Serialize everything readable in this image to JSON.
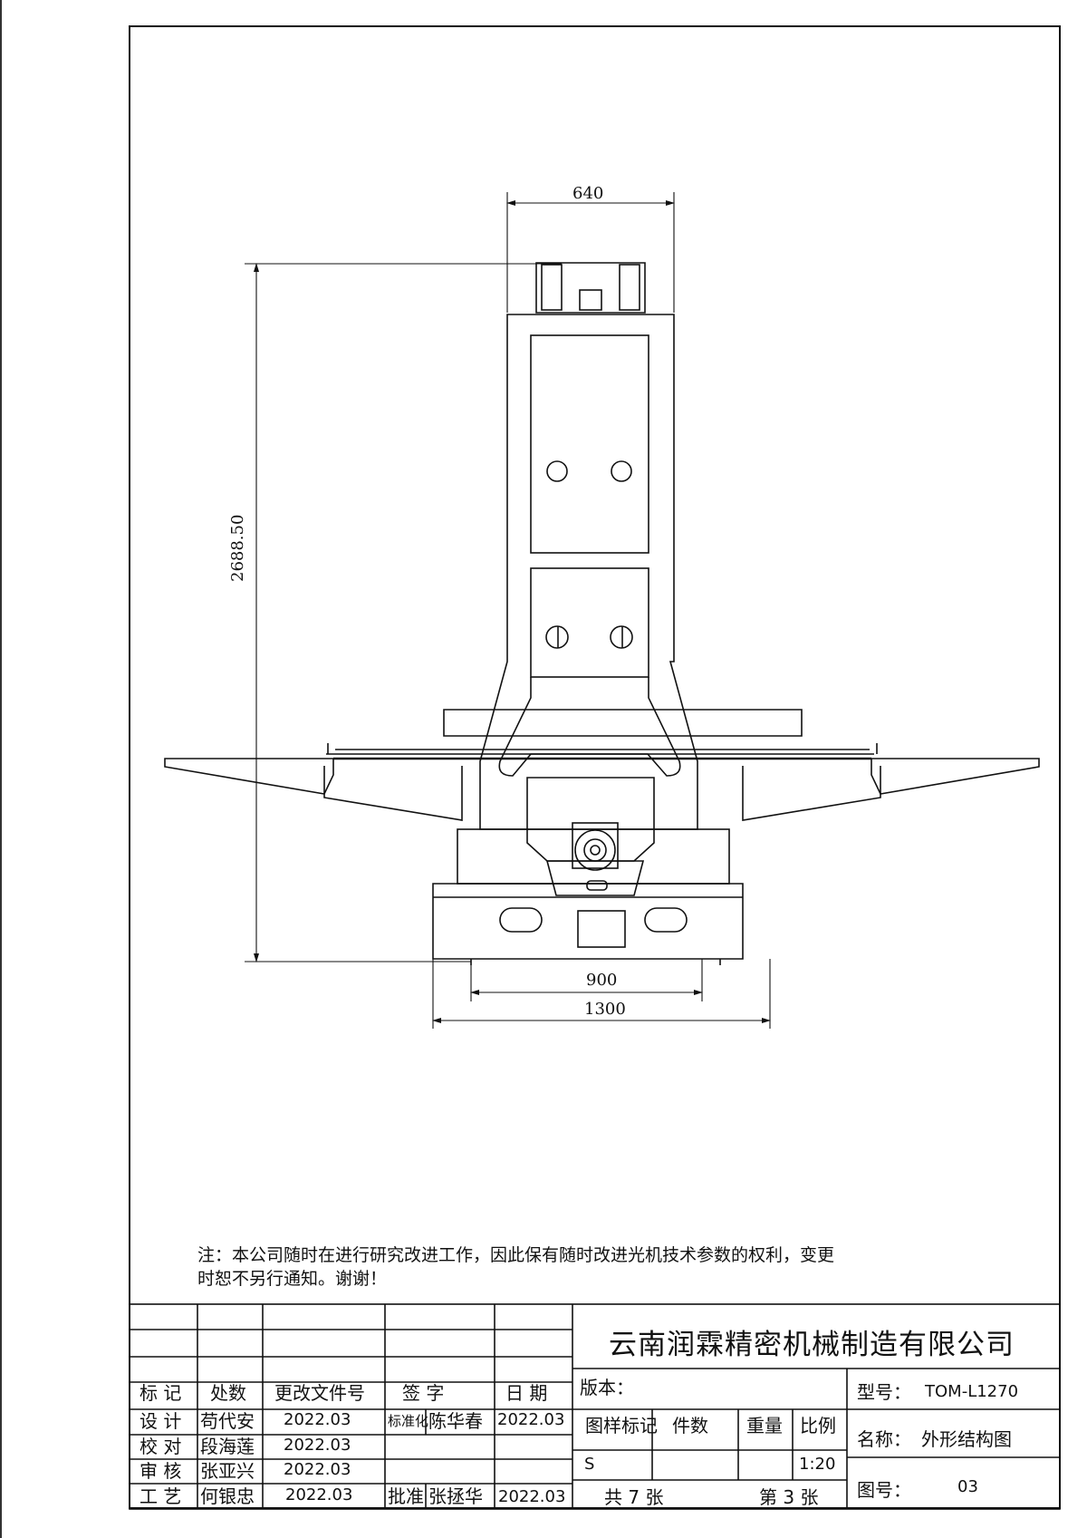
{
  "dimensions": {
    "top_width": "640",
    "height": "2688.50",
    "base_inner": "900",
    "base_outer": "1300"
  },
  "note": {
    "line1": "注：本公司随时在进行研究改进工作，因此保有随时改进光机技术参数的权利，变更",
    "line2": "时恕不另行通知。谢谢！"
  },
  "company": "云南润霖精密机械制造有限公司",
  "revision_headers": {
    "mark": "标 记",
    "count": "处数",
    "doc": "更改文件号",
    "sign": "签 字",
    "date": "日 期"
  },
  "approvals": [
    {
      "role": "设 计",
      "name": "苟代安",
      "date": "2022.03"
    },
    {
      "role": "校 对",
      "name": "段海莲",
      "date": "2022.03"
    },
    {
      "role": "审 核",
      "name": "张亚兴",
      "date": "2022.03"
    },
    {
      "role": "工 艺",
      "name": "何银忠",
      "date": "2022.03"
    }
  ],
  "standardize": {
    "label": "标准化",
    "name": "陈华春",
    "date": "2022.03"
  },
  "approve": {
    "label": "批准",
    "name": "张拯华",
    "date": "2022.03"
  },
  "block": {
    "version_label": "版本：",
    "model_label": "型号：",
    "model_value": "TOM-L1270",
    "name_label": "名称：",
    "name_value": "外形结构图",
    "drawing_no_label": "图号：",
    "drawing_no_value": "03",
    "sample_mark": "图样标记",
    "quantity": "件数",
    "weight": "重量",
    "scale_label": "比例",
    "sample_value": "S",
    "scale_value": "1:20",
    "total": "共 7  张",
    "sheet": "第 3  张"
  }
}
